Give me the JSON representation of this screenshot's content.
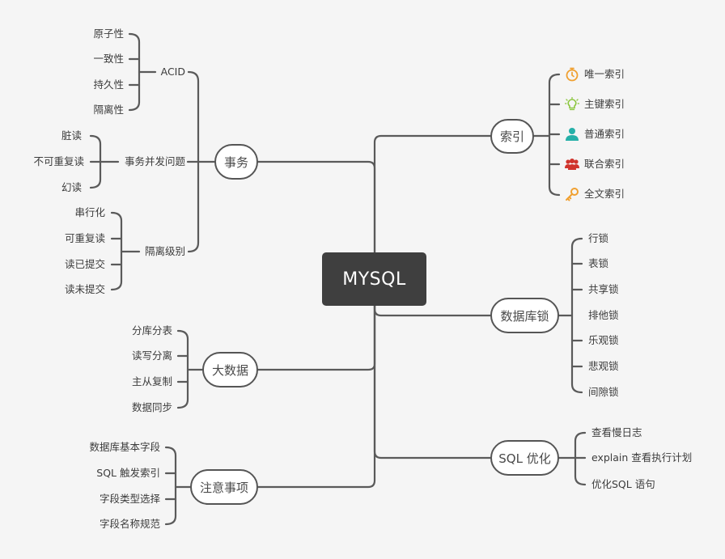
{
  "root": "MYSQL",
  "branches": {
    "shiwu": {
      "label": "事务",
      "groups": {
        "acid": {
          "label": "ACID",
          "items": [
            "原子性",
            "一致性",
            "持久性",
            "隔离性"
          ]
        },
        "concurrency": {
          "label": "事务并发问题",
          "items": [
            "脏读",
            "不可重复读",
            "幻读"
          ]
        },
        "isolation": {
          "label": "隔离级别",
          "items": [
            "串行化",
            "可重复读",
            "读已提交",
            "读未提交"
          ]
        }
      }
    },
    "bigdata": {
      "label": "大数据",
      "items": [
        "分库分表",
        "读写分离",
        "主从复制",
        "数据同步"
      ]
    },
    "notes": {
      "label": "注意事项",
      "items": [
        "数据库基本字段",
        "SQL 触发索引",
        "字段类型选择",
        "字段名称规范"
      ]
    },
    "index": {
      "label": "索引",
      "items": [
        {
          "label": "唯一索引",
          "icon": "stopwatch-icon",
          "color": "#f0a030"
        },
        {
          "label": "主键索引",
          "icon": "lightbulb-icon",
          "color": "#8cc63f"
        },
        {
          "label": "普通索引",
          "icon": "person-icon",
          "color": "#26b0a8"
        },
        {
          "label": "联合索引",
          "icon": "group-icon",
          "color": "#d0342c"
        },
        {
          "label": "全文索引",
          "icon": "key-icon",
          "color": "#f0a030"
        }
      ]
    },
    "locks": {
      "label": "数据库锁",
      "items": [
        "行锁",
        "表锁",
        "共享锁",
        "排他锁",
        "乐观锁",
        "悲观锁",
        "间隙锁"
      ]
    },
    "sqlopt": {
      "label": "SQL 优化",
      "items": [
        "查看慢日志",
        "explain 查看执行计划",
        "优化SQL 语句"
      ]
    }
  },
  "colors": {
    "line": "#555555",
    "root_bg": "#3f3f3f",
    "background": "#f5f5f5"
  }
}
